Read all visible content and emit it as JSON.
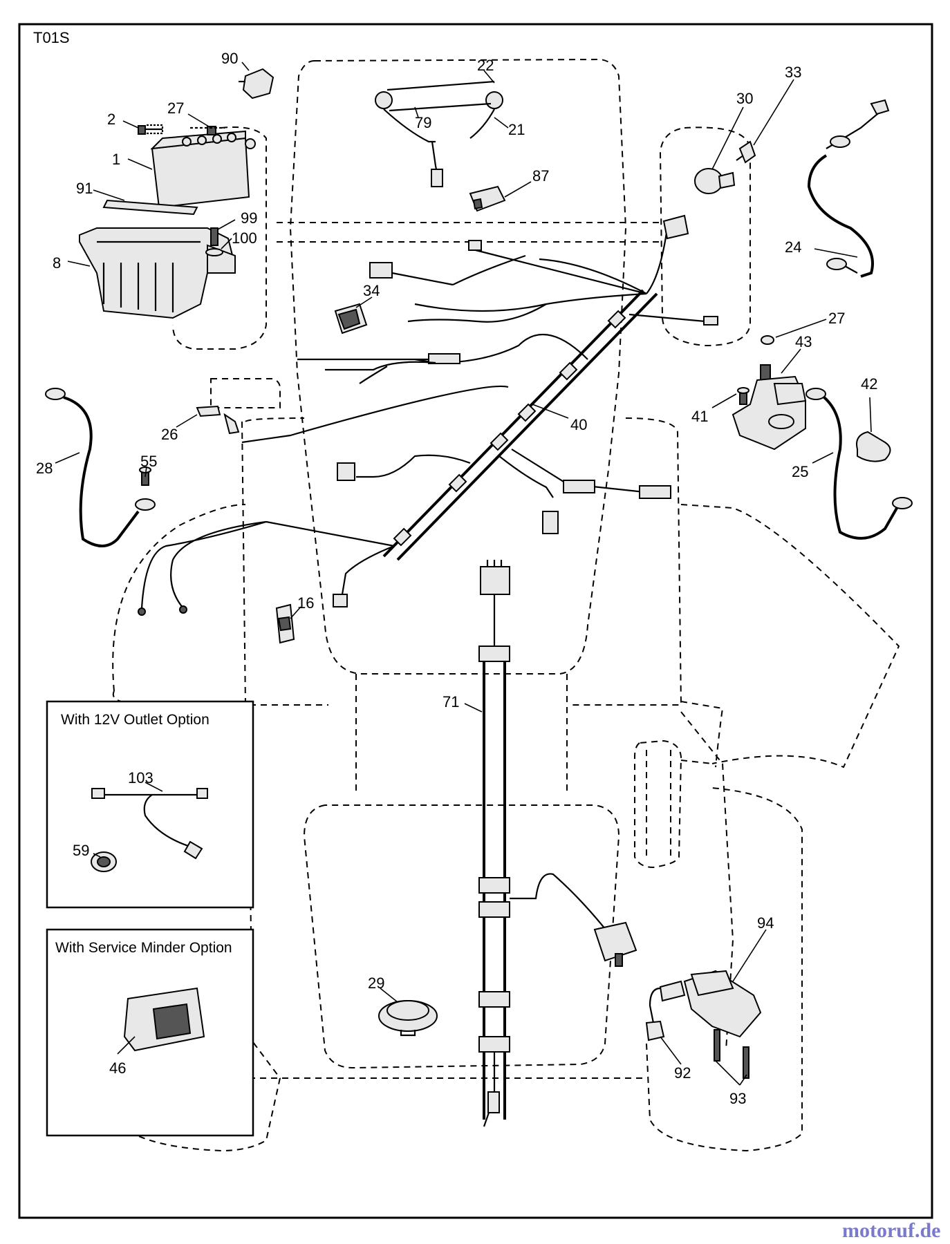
{
  "code": "T01S",
  "watermark": "motoruf.de",
  "options": {
    "outlet_title": "With 12V Outlet Option",
    "minder_title": "With Service Minder Option"
  },
  "labels": [
    {
      "id": "p90",
      "text": "90"
    },
    {
      "id": "p22",
      "text": "22"
    },
    {
      "id": "p27a",
      "text": "27"
    },
    {
      "id": "p2",
      "text": "2"
    },
    {
      "id": "p79",
      "text": "79"
    },
    {
      "id": "p21",
      "text": "21"
    },
    {
      "id": "p1",
      "text": "1"
    },
    {
      "id": "p30",
      "text": "30"
    },
    {
      "id": "p33",
      "text": "33"
    },
    {
      "id": "p87",
      "text": "87"
    },
    {
      "id": "p91",
      "text": "91"
    },
    {
      "id": "p99",
      "text": "99"
    },
    {
      "id": "p100",
      "text": "100"
    },
    {
      "id": "p8",
      "text": "8"
    },
    {
      "id": "p24",
      "text": "24"
    },
    {
      "id": "p34",
      "text": "34"
    },
    {
      "id": "p27b",
      "text": "27"
    },
    {
      "id": "p43",
      "text": "43"
    },
    {
      "id": "p42",
      "text": "42"
    },
    {
      "id": "p41",
      "text": "41"
    },
    {
      "id": "p40",
      "text": "40"
    },
    {
      "id": "p26",
      "text": "26"
    },
    {
      "id": "p25",
      "text": "25"
    },
    {
      "id": "p28",
      "text": "28"
    },
    {
      "id": "p55",
      "text": "55"
    },
    {
      "id": "p16",
      "text": "16"
    },
    {
      "id": "p71",
      "text": "71"
    },
    {
      "id": "p103",
      "text": "103"
    },
    {
      "id": "p59",
      "text": "59"
    },
    {
      "id": "p94",
      "text": "94"
    },
    {
      "id": "p29",
      "text": "29"
    },
    {
      "id": "p46",
      "text": "46"
    },
    {
      "id": "p92",
      "text": "92"
    },
    {
      "id": "p93",
      "text": "93"
    }
  ]
}
